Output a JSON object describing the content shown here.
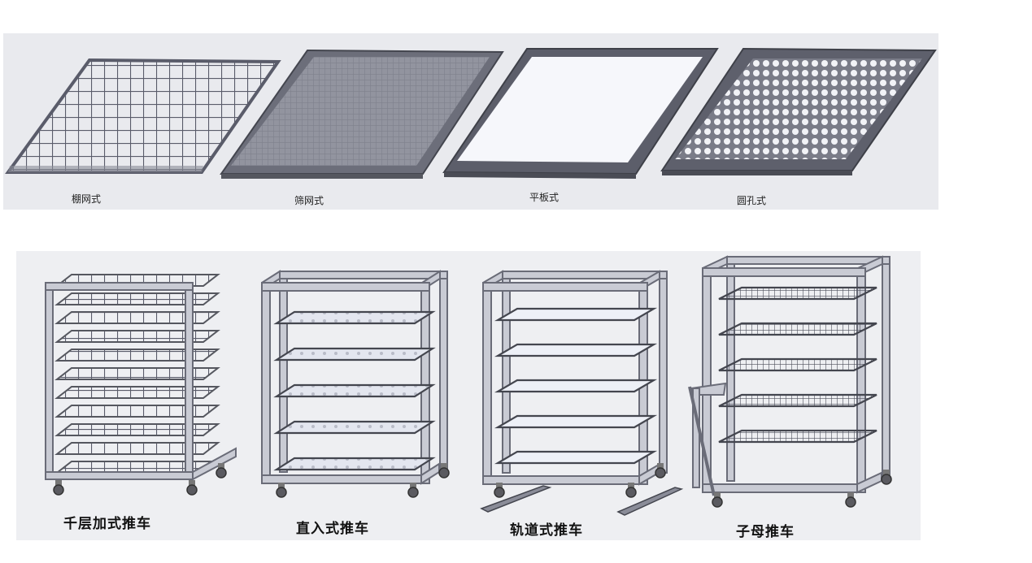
{
  "trays": {
    "items": [
      {
        "label": "棚网式",
        "icon": "grid-mesh-tray"
      },
      {
        "label": "筛网式",
        "icon": "fine-mesh-tray"
      },
      {
        "label": "平板式",
        "icon": "flat-tray"
      },
      {
        "label": "圆孔式",
        "icon": "perforated-tray"
      }
    ]
  },
  "carts": {
    "items": [
      {
        "label": "千层加式推车",
        "icon": "multi-layer-cart"
      },
      {
        "label": "直入式推车",
        "icon": "direct-entry-cart"
      },
      {
        "label": "轨道式推车",
        "icon": "rail-cart"
      },
      {
        "label": "子母推车",
        "icon": "nested-cart"
      }
    ]
  },
  "colors": {
    "frame": "#5a5c6a",
    "frame_light": "#9a9ca8",
    "panel_bg": "#e9eaee",
    "tray_fill": "#f6f7fb"
  }
}
